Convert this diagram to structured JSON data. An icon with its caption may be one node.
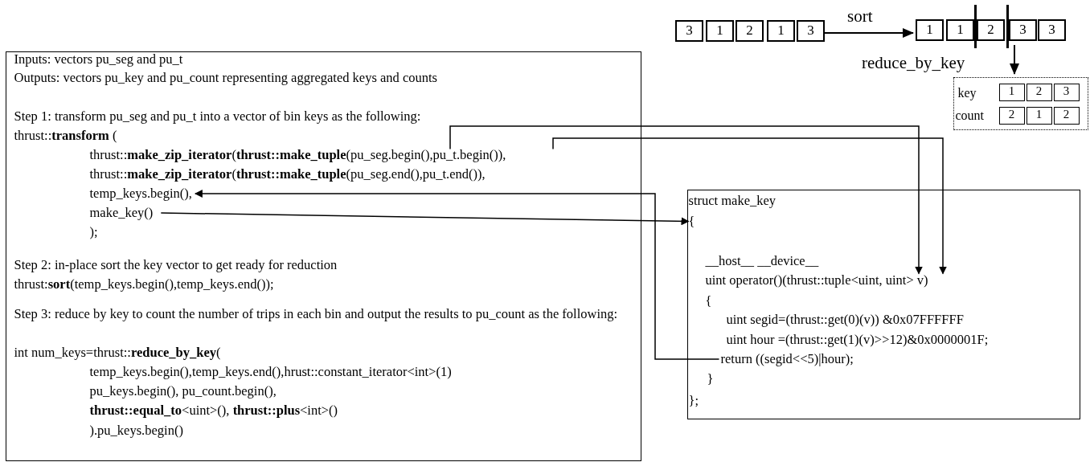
{
  "diagram": {
    "nodes": [
      {
        "text": [
          "Inputs: vectors pu_seg and pu_t",
          "Outputs: vectors pu_key and pu_count representing aggregated keys and counts",
          "Step 1:  transform pu_seg and pu_t into a vector of bin keys as the following:",
          "thrust::**transform** (",
          "thrust::**make_zip_iterator**(**thrust::make_tuple**(pu_seg.end(),pu_t.end()),",
          ");",
          "Step 2: in-place sort the key vector to get ready for reduction",
          "thrust:**sort**(temp_keys.begin(),temp_keys.end());",
          "Step 3: reduce by key to count the number of trips in each bin and output the results to pu_count as the following:",
          "int num_keys=thrust::**reduce_by_key**(",
          "temp_keys.begin(),temp_keys.end(),hrust::constant_iterator<int>(1)",
          "pu_keys.begin(), pu_count.begin(),",
          "**thrust::equal_to**<uint>(),  **thrust::plus**<int>()",
          ").pu_keys.begin()"
        ]
      },
      {
        "text": [
          "thrust::**make_zip_iterator**(**thrust::make_tuple**(pu_seg.begin(),pu_t.begin()),"
        ],
        "in": 0
      },
      {
        "text": [
          "temp_keys.begin(),"
        ],
        "in": 0
      },
      {
        "text": [
          "make_key()"
        ],
        "in": 0
      },
      {
        "text": [
          "struct make_key",
          "__host__ __device__",
          "{",
          "uint segid=(thrust::get(0)(v))  &0x07FFFFFF",
          "uint hour  =(thrust::get(1)(v)>>12)&0x0000001F;",
          "}",
          "};"
        ]
      },
      {
        "text": [
          "{"
        ],
        "in": 4
      },
      {
        "text": [
          "uint operator()(thrust::tuple<uint, uint> v)"
        ],
        "in": 4
      },
      {
        "text": [
          "return ((segid<<5)|hour);"
        ],
        "in": 4
      },
      {
        "text": [
          "3"
        ]
      },
      {
        "text": [
          "1"
        ]
      },
      {
        "text": [
          "2"
        ]
      },
      {
        "text": [
          "1"
        ]
      },
      {
        "text": [
          "3"
        ]
      },
      {
        "text": [
          "1"
        ]
      },
      {
        "text": [
          "1"
        ]
      },
      {
        "text": [
          "2"
        ]
      },
      {
        "text": [
          "3"
        ]
      },
      {
        "text": [
          "3"
        ]
      },
      {
        "text": [
          "key",
          "count"
        ]
      },
      {
        "text": [
          "1"
        ],
        "in": 18
      },
      {
        "text": [
          "2"
        ],
        "in": 18
      },
      {
        "text": [
          "3"
        ],
        "in": 18
      },
      {
        "text": [
          "2"
        ],
        "in": 18
      },
      {
        "text": [
          "1"
        ],
        "in": 18
      },
      {
        "text": [
          "2"
        ],
        "in": 18
      }
    ],
    "edges": [
      {
        "from": 1,
        "to": 6,
        "arrow": "to"
      },
      {
        "from": 1,
        "to": 6,
        "arrow": "to"
      },
      {
        "from": 3,
        "to": 5,
        "arrow": "to"
      },
      {
        "from": 7,
        "to": 2,
        "arrow": "to"
      },
      {
        "from": 12,
        "to": 13,
        "label": "sort",
        "arrow": "to"
      },
      {
        "from": 16,
        "to": 18,
        "label": "reduce_by_key",
        "arrow": "to"
      }
    ]
  }
}
